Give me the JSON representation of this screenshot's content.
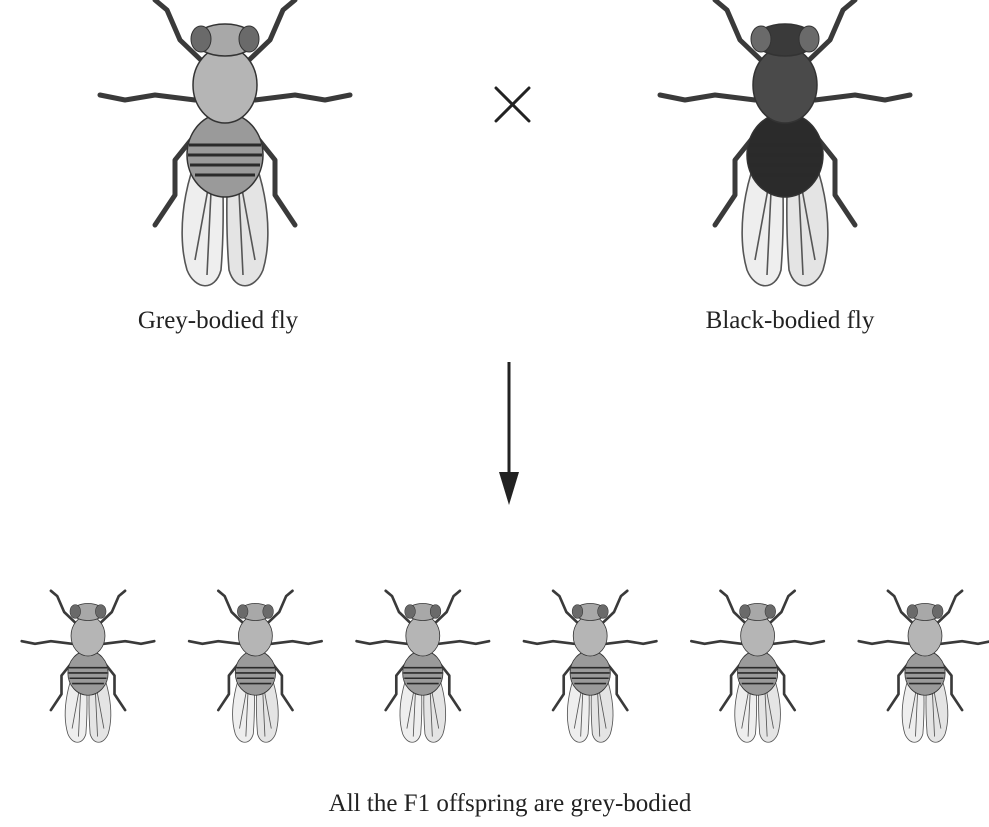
{
  "parents": {
    "grey": {
      "label": "Grey-bodied fly",
      "icon": "grey-fly-icon",
      "body_color": "#9a9a9a"
    },
    "black": {
      "label": "Black-bodied fly",
      "icon": "black-fly-icon",
      "body_color": "#2b2b2b"
    }
  },
  "cross_symbol": "×",
  "offspring": {
    "count": 6,
    "icon": "grey-fly-icon",
    "body_color": "#9a9a9a",
    "caption": "All the F1 offspring are grey-bodied"
  }
}
